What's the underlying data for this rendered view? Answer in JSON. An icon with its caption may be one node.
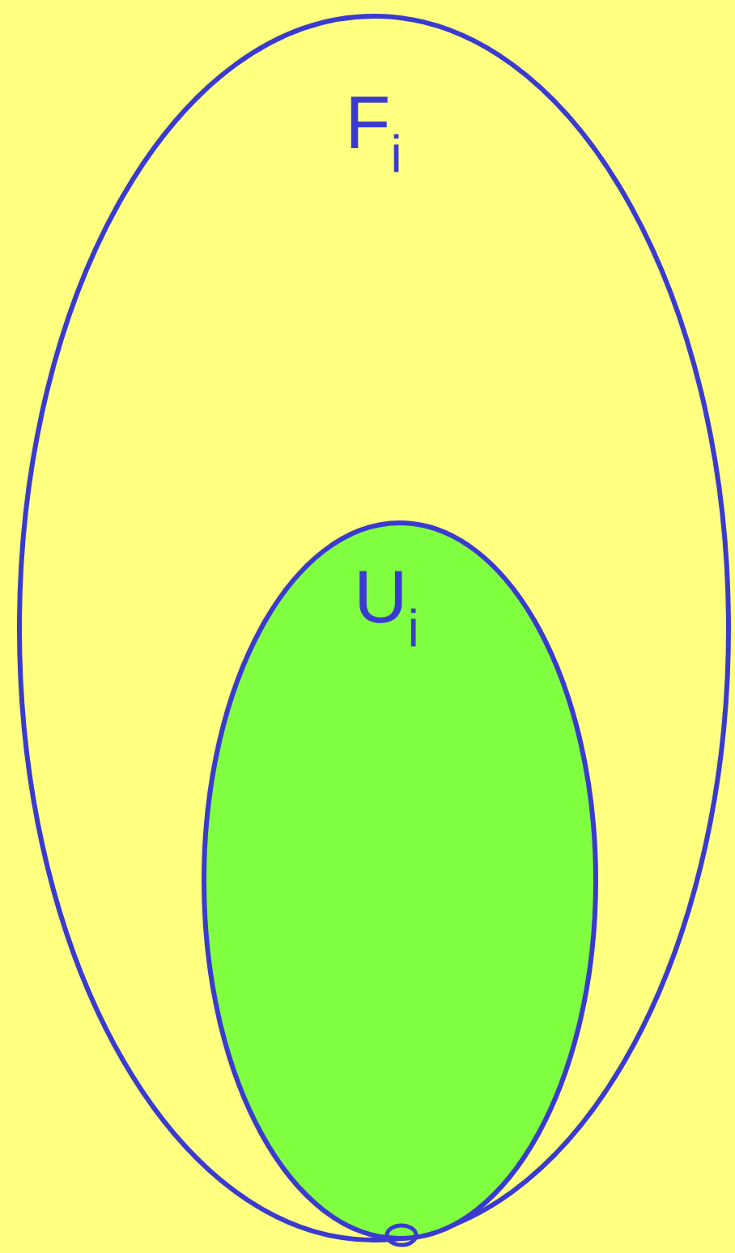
{
  "diagram": {
    "nodes": [
      {
        "text": [
          "F$_{i}$"
        ]
      },
      {
        "text": [
          "U$_{i}$"
        ],
        "in": 0
      }
    ]
  }
}
